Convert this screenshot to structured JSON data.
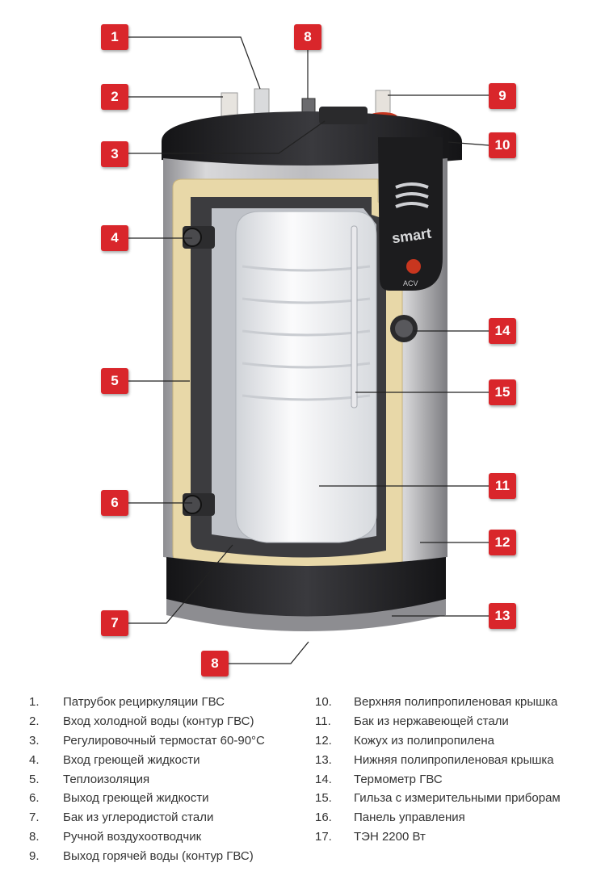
{
  "brand": {
    "logo_text": "smart",
    "maker_text": "ACV"
  },
  "callouts": [
    "1",
    "8",
    "2",
    "9",
    "3",
    "10",
    "4",
    "14",
    "5",
    "15",
    "6",
    "11",
    "12",
    "7",
    "13",
    "8"
  ],
  "legend": [
    {
      "num": "1.",
      "text": "Патрубок рециркуляции ГВС"
    },
    {
      "num": "2.",
      "text": "Вход холодной воды (контур ГВС)"
    },
    {
      "num": "3.",
      "text": "Регулировочный термостат 60-90°С"
    },
    {
      "num": "4.",
      "text": "Вход греющей жидкости"
    },
    {
      "num": "5.",
      "text": "Теплоизоляция"
    },
    {
      "num": "6.",
      "text": "Выход греющей жидкости"
    },
    {
      "num": "7.",
      "text": "Бак из углеродистой стали"
    },
    {
      "num": "8.",
      "text": "Ручной воздухоотводчик"
    },
    {
      "num": "9.",
      "text": "Выход горячей воды (контур ГВС)"
    },
    {
      "num": "10.",
      "text": "Верхняя полипропиленовая крышка"
    },
    {
      "num": "11.",
      "text": "Бак из нержавеющей стали"
    },
    {
      "num": "12.",
      "text": "Кожух из полипропилена"
    },
    {
      "num": "13.",
      "text": "Нижняя полипропиленовая крышка"
    },
    {
      "num": "14.",
      "text": "Термометр ГВС"
    },
    {
      "num": "15.",
      "text": "Гильза с измерительными приборам"
    },
    {
      "num": "16.",
      "text": "Панель управления"
    },
    {
      "num": "17.",
      "text": "ТЭН 2200 Вт"
    }
  ],
  "colors": {
    "callout": "#d9262b",
    "shell": "#c9c9cb",
    "lid": "#1e1e20",
    "insulation": "#e6d6a8",
    "inner_tank": "#f2f3f5"
  }
}
